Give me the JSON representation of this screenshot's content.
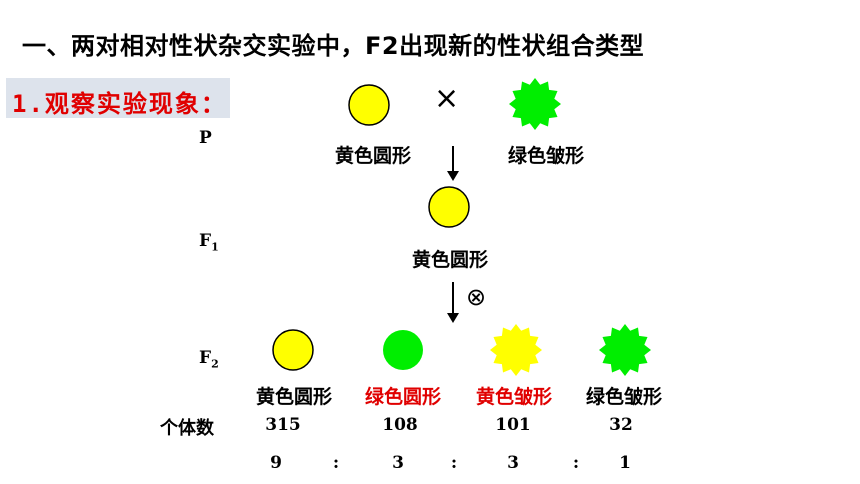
{
  "title": "一、两对相对性状杂交实验中，F2出现新的性状组合类型",
  "section_label": "1.观察实验现象：",
  "generations": {
    "p": "P",
    "f1_base": "F",
    "f1_sub": "1",
    "f2_base": "F",
    "f2_sub": "2"
  },
  "cross_symbol": "×",
  "self_symbol": "⊗",
  "parents": {
    "left_label": "黄色圆形",
    "right_label": "绿色皱形"
  },
  "f1": {
    "label": "黄色圆形"
  },
  "f2": {
    "count_header": "个体数",
    "phenotypes": [
      {
        "label": "黄色圆形",
        "count": "315",
        "ratio": "9"
      },
      {
        "label": "绿色圆形",
        "count": "108",
        "ratio": "3"
      },
      {
        "label": "黄色皱形",
        "count": "101",
        "ratio": "3"
      },
      {
        "label": "绿色皱形",
        "count": "32",
        "ratio": "1"
      }
    ],
    "ratio_separator": ":"
  },
  "colors": {
    "yellow": "#ffff00",
    "green": "#00ee00",
    "highlight_red": "#e00000",
    "section_bg": "#dde3ec"
  }
}
